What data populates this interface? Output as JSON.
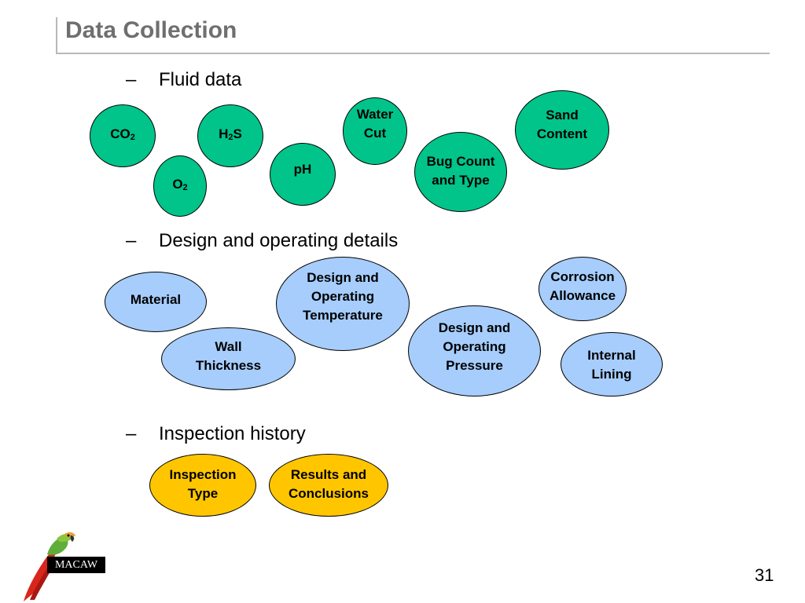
{
  "title": "Data Collection",
  "sections": [
    {
      "label": "Fluid data"
    },
    {
      "label": "Design and operating details"
    },
    {
      "label": "Inspection history"
    }
  ],
  "bullet_char": "–",
  "fluid": {
    "co2": {
      "base": "CO",
      "sub": "2"
    },
    "h2s": {
      "pre": "H",
      "sub": "2",
      "post": "S"
    },
    "o2": {
      "base": "O",
      "sub": "2"
    },
    "ph": "pH",
    "water_cut": [
      "Water",
      "Cut"
    ],
    "bug_count": [
      "Bug Count",
      "and Type"
    ],
    "sand_content": [
      "Sand",
      "Content"
    ]
  },
  "design": {
    "material": "Material",
    "wall_thickness": [
      "Wall",
      "Thickness"
    ],
    "design_temp": [
      "Design and",
      "Operating",
      "Temperature"
    ],
    "design_pressure": [
      "Design and",
      "Operating",
      "Pressure"
    ],
    "corrosion_allowance": [
      "Corrosion",
      "Allowance"
    ],
    "internal_lining": [
      "Internal",
      "Lining"
    ]
  },
  "inspection": {
    "inspection_type": [
      "Inspection",
      "Type"
    ],
    "results": [
      "Results and",
      "Conclusions"
    ]
  },
  "logo_text": "MACAW",
  "page_number": "31",
  "colors": {
    "fluid": "#00c48a",
    "design": "#a6cdfb",
    "inspection": "#ffc600",
    "title": "#6f6f6f"
  }
}
